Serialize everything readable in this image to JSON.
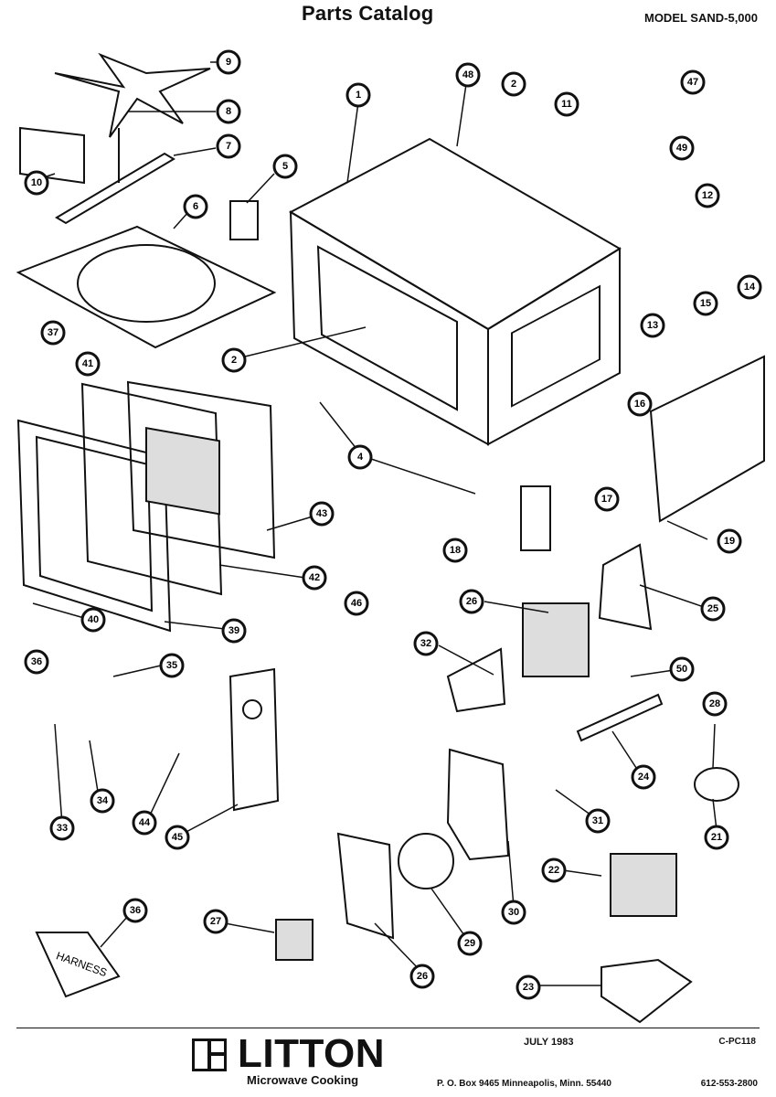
{
  "header": {
    "title": "Parts Catalog",
    "model": "MODEL SAND-5,000"
  },
  "footer": {
    "brand": "LITTON",
    "brand_sub": "Microwave Cooking",
    "date": "JULY 1983",
    "code": "C-PC118",
    "address": "P. O. Box 9465  Minneapolis, Minn. 55440",
    "phone": "612-553-2800"
  },
  "box_label": "HARNESS",
  "callouts": [
    "9",
    "8",
    "7",
    "10",
    "5",
    "6",
    "1",
    "48",
    "2",
    "11",
    "47",
    "49",
    "12",
    "13",
    "15",
    "14",
    "37",
    "41",
    "2",
    "4",
    "16",
    "17",
    "19",
    "18",
    "43",
    "42",
    "40",
    "39",
    "36",
    "46",
    "26",
    "25",
    "32",
    "50",
    "35",
    "28",
    "24",
    "34",
    "33",
    "44",
    "45",
    "31",
    "21",
    "30",
    "22",
    "36",
    "27",
    "29",
    "26",
    "23"
  ]
}
